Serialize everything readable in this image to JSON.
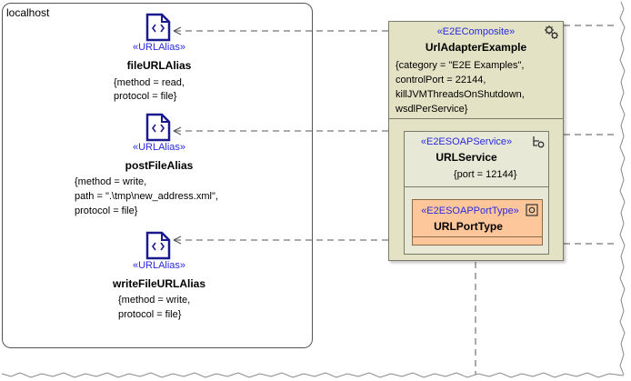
{
  "host": {
    "label": "localhost"
  },
  "aliases": [
    {
      "stereotype": "«URLAlias»",
      "name": "fileURLAlias",
      "tags": [
        "{method = read,",
        "protocol = file}"
      ]
    },
    {
      "stereotype": "«URLAlias»",
      "name": "postFileAlias",
      "tags": [
        "{method = write,",
        "path = \".\\tmp\\new_address.xml\",",
        "protocol = file}"
      ]
    },
    {
      "stereotype": "«URLAlias»",
      "name": "writeFileURLAlias",
      "tags": [
        "{method = write,",
        "protocol = file}"
      ]
    }
  ],
  "composite": {
    "stereotype": "«E2EComposite»",
    "name": "UrlAdapterExample",
    "tags": [
      "{category = \"E2E Examples\",",
      "controlPort = 22144,",
      "killJVMThreadsOnShutdown,",
      "wsdlPerService}"
    ]
  },
  "service": {
    "stereotype": "«E2ESOAPService»",
    "name": "URLService",
    "tags": [
      "{port = 12144}"
    ]
  },
  "porttype": {
    "stereotype": "«E2ESOAPPortType»",
    "name": "URLPortType"
  },
  "colors": {
    "composite_fill": "#e3e2c4",
    "service_fill": "#e8e8d6",
    "porttype_fill": "#fdc79b",
    "stereotype_text": "#2a2adf",
    "line": "#4a4a4a"
  },
  "icons": [
    "document-icon",
    "gear-composite-icon",
    "service-icon",
    "interface-icon"
  ]
}
